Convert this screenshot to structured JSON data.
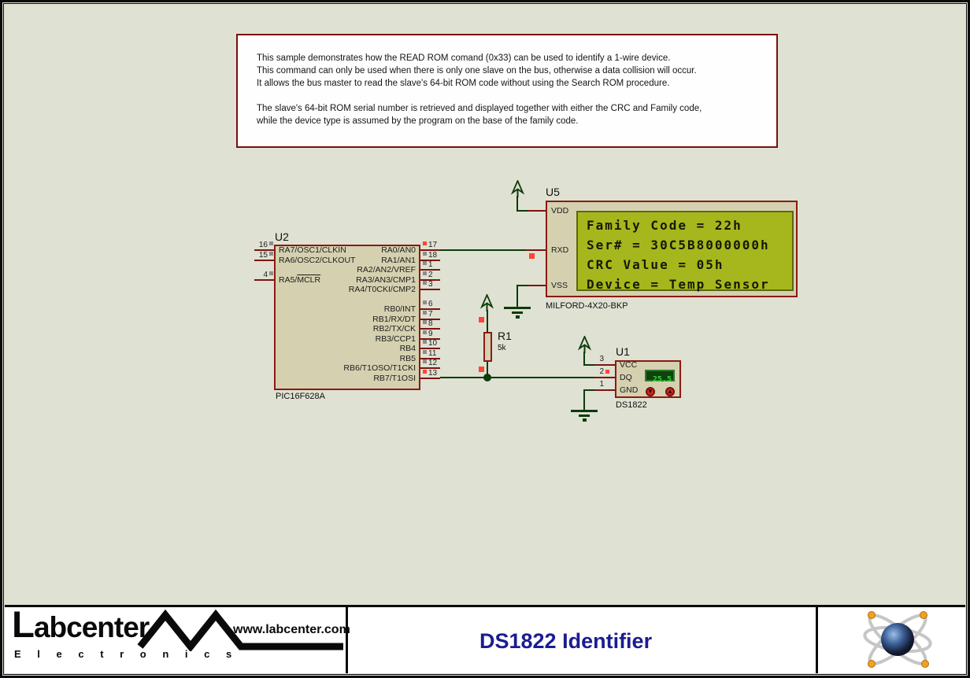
{
  "note": {
    "lines": [
      "This sample demonstrates how the READ ROM comand (0x33) can be used to identify a 1-wire device.",
      "This command can only be used when there is only one slave on the bus, otherwise a data collision will occur.",
      "It allows the bus master to read the slave's 64-bit ROM code without using the Search ROM procedure.",
      "",
      "The slave's 64-bit ROM serial number is retrieved and displayed together with either the CRC and Family code,",
      "while the device type is assumed by the program on the base of the family code."
    ]
  },
  "schematic": {
    "u2": {
      "ref": "U2",
      "value": "PIC16F628A",
      "left_pins": [
        {
          "num": "16",
          "label": "RA7/OSC1/CLKIN",
          "row": 0,
          "marker": "gray"
        },
        {
          "num": "15",
          "label": "RA6/OSC2/CLKOUT",
          "row": 1,
          "marker": "gray"
        },
        {
          "num": "4",
          "label": "RA5/",
          "ov": "MCLR",
          "row": 3,
          "marker": "gray"
        }
      ],
      "right_pins": [
        {
          "num": "17",
          "label": "RA0/AN0",
          "row": 0,
          "marker": "red"
        },
        {
          "num": "18",
          "label": "RA1/AN1",
          "row": 1,
          "marker": "gray"
        },
        {
          "num": "1",
          "label": "RA2/AN2/VREF",
          "row": 2,
          "marker": "gray"
        },
        {
          "num": "2",
          "label": "RA3/AN3/CMP1",
          "row": 3,
          "marker": "gray"
        },
        {
          "num": "3",
          "label": "RA4/T0CKI/CMP2",
          "row": 4,
          "marker": "gray"
        },
        {
          "num": "6",
          "label": "RB0/INT",
          "row": 6,
          "marker": "gray"
        },
        {
          "num": "7",
          "label": "RB1/RX/DT",
          "row": 7,
          "marker": "gray"
        },
        {
          "num": "8",
          "label": "RB2/TX/CK",
          "row": 8,
          "marker": "gray"
        },
        {
          "num": "9",
          "label": "RB3/CCP1",
          "row": 9,
          "marker": "gray"
        },
        {
          "num": "10",
          "label": "RB4",
          "row": 10,
          "marker": "gray"
        },
        {
          "num": "11",
          "label": "RB5",
          "row": 11,
          "marker": "gray"
        },
        {
          "num": "12",
          "label": "RB6/T1OSO/T1CKI",
          "row": 12,
          "marker": "gray"
        },
        {
          "num": "13",
          "label": "RB7/T1OSI",
          "row": 13,
          "marker": "red"
        }
      ]
    },
    "u5": {
      "ref": "U5",
      "value": "MILFORD-4X20-BKP",
      "pins": [
        {
          "label": "VDD"
        },
        {
          "label": "RXD"
        },
        {
          "label": "VSS"
        }
      ],
      "lcd_lines": [
        "Family Code = 22h",
        "Ser# = 30C5B8000000h",
        "CRC Value = 05h",
        "Device = Temp Sensor"
      ]
    },
    "r1": {
      "ref": "R1",
      "value": "5k"
    },
    "u1": {
      "ref": "U1",
      "value": "DS1822",
      "pins": [
        {
          "num": "3",
          "label": "VCC",
          "row": 0
        },
        {
          "num": "2",
          "label": "DQ",
          "row": 1,
          "marker": "red"
        },
        {
          "num": "1",
          "label": "GND",
          "row": 2
        }
      ],
      "display_value": "25.5",
      "button_up": "▲",
      "button_down": "▼"
    }
  },
  "footer": {
    "logo_name": "Labcenter",
    "logo_subtitle": "E l e c t r o n i c s",
    "logo_url": "www.labcenter.com",
    "title": "DS1822 Identifier"
  },
  "colors": {
    "sheet_bg": "#dfe1d2",
    "component_fill": "#d5d1b0",
    "component_border": "#8b1a12",
    "wire_green": "#0c3b0c",
    "pin_stub_red": "#7c1412",
    "lcd_green": "#a6b71d",
    "indicator_red": "#ff4536",
    "marker_gray": "#8d8d8d",
    "title_navy": "#1c1c90",
    "u1_display_bg": "#0e420e",
    "u1_display_text": "#35d435"
  }
}
